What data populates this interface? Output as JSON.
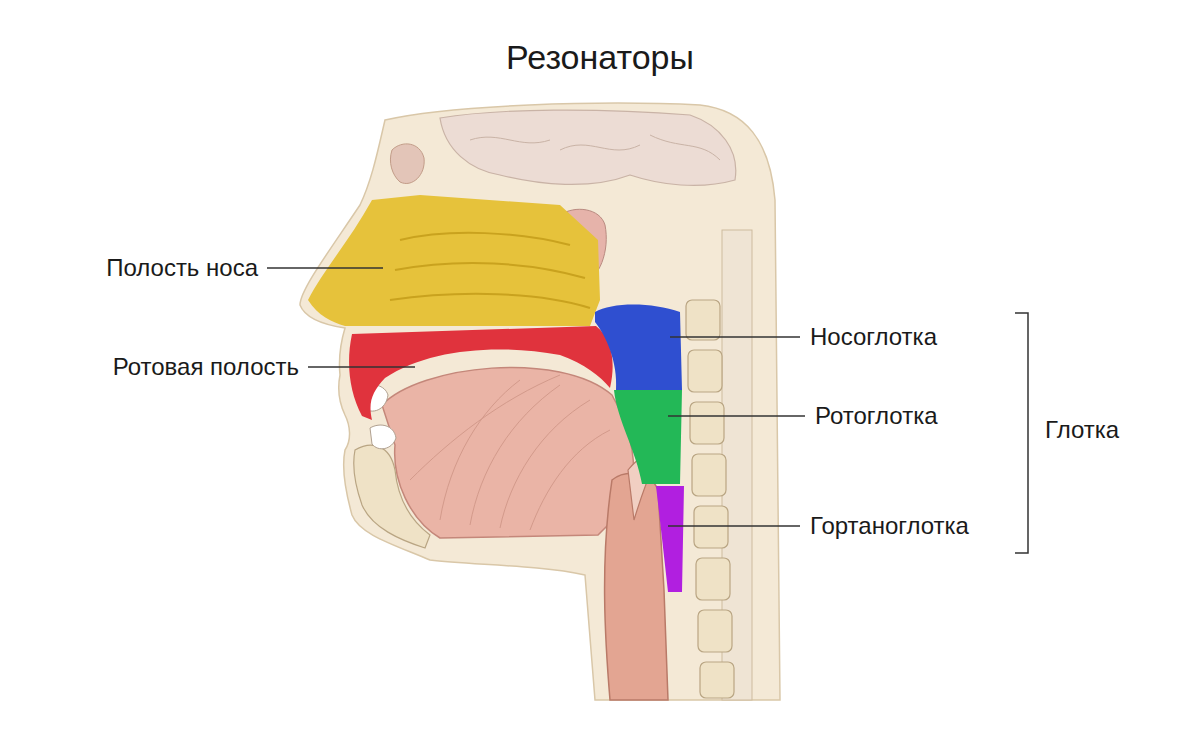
{
  "diagram": {
    "title": "Резонаторы",
    "labels": [
      "Полость носа",
      "Ротовая полость",
      "Носоглотка",
      "Ротоглотка",
      "Гортаноглотка",
      "Глотка"
    ]
  }
}
